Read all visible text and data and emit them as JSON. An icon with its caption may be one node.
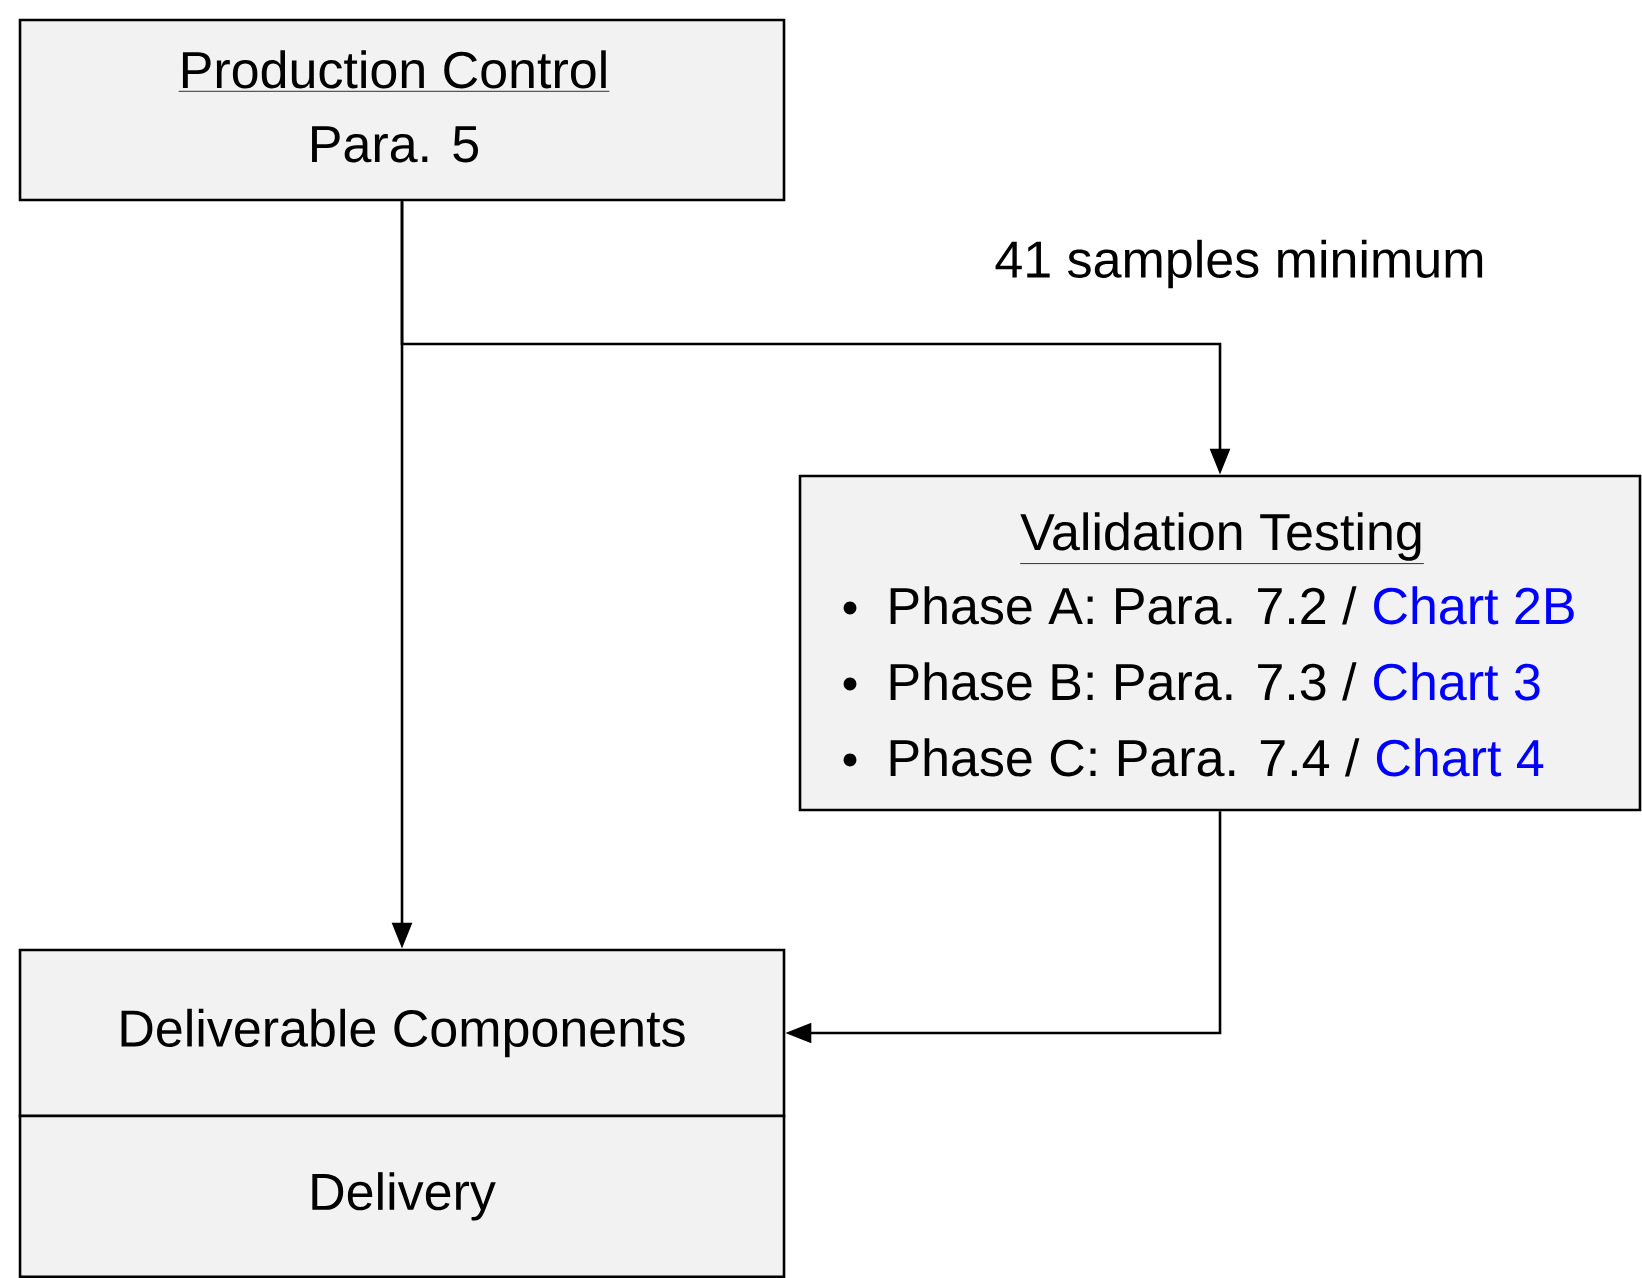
{
  "diagram": {
    "nodes": [
      {
        "text": [
          "Production Control",
          "Para. 5"
        ]
      },
      {
        "text": [
          "Validation Testing",
          "Phase A: Para. 7.2 /",
          "Chart 2B",
          "Phase B: Para. 7.3 /",
          "Chart 3",
          "Phase C: Para. 7.4 /",
          "Chart 4"
        ]
      },
      {
        "text": [
          "Deliverable Components"
        ]
      },
      {
        "text": [
          "Delivery"
        ]
      }
    ],
    "edges": [
      {
        "from": 0,
        "to": 2,
        "arrow": "to"
      },
      {
        "from": 0,
        "to": 1,
        "arrow": "to",
        "label": "41 samples minimum"
      },
      {
        "from": 1,
        "to": 2,
        "arrow": "to"
      }
    ]
  }
}
